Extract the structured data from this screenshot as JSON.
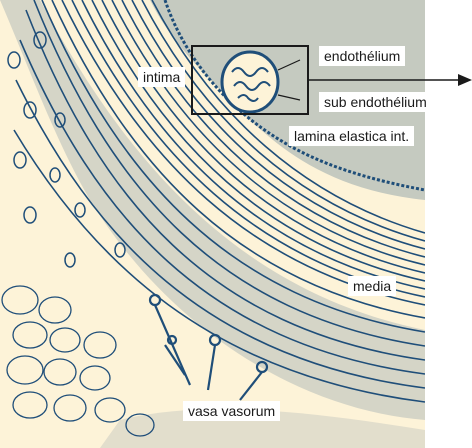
{
  "labels": {
    "intima": "intima",
    "endothelium": "endothélium",
    "sub_endothelium": "sub endothélium",
    "lamina": "lamina elastica int.",
    "media": "media",
    "vasa_vorum": "vasa vasorum"
  },
  "colors": {
    "background": "#fdf3d8",
    "stain": "#1f4e79",
    "label_bg": "#ffffff",
    "frame": "#1a1a1a"
  }
}
